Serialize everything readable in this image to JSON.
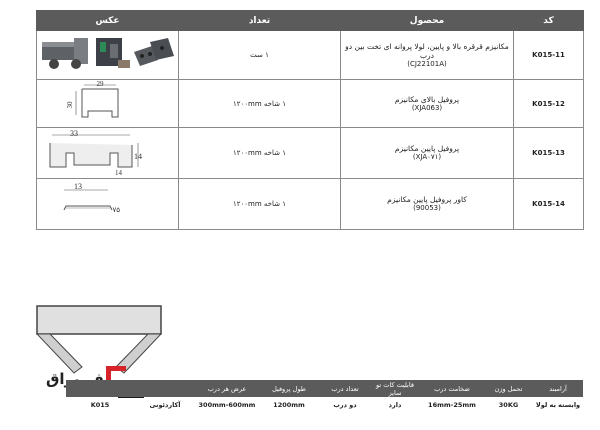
{
  "parts_table": {
    "headers": {
      "code": "کد",
      "product": "محصول",
      "qty": "تعداد",
      "image": "عکس"
    },
    "rows": [
      {
        "code": "K015-11",
        "name": "مکانیزم قرقره بالا و پایین، لولا پروانه ای تخت بین دو درب",
        "model": "(CJ22101A)",
        "qty": "۱ ست"
      },
      {
        "code": "K015-12",
        "name": "پروفیل بالای مکانیزم",
        "model": "(XJA063)",
        "qty": "۱ شاخه ۱۲۰۰mm"
      },
      {
        "code": "K015-13",
        "name": "پروفیل پایین مکانیزم",
        "model": "(XJA۰۷۱)",
        "qty": "۱ شاخه ۱۲۰۰mm"
      },
      {
        "code": "K015-14",
        "name": "کاور پروفیل پایین مکانیزم",
        "model": "(90053)",
        "qty": "۱ شاخه ۱۲۰۰mm"
      }
    ],
    "dims": {
      "r2_w": "29",
      "r2_h": "30",
      "r3_w": "33",
      "r3_h": "14",
      "r3_b": "14",
      "r4_w": "13",
      "r4_h": "۷۵"
    }
  },
  "logo": {
    "text": "فر یراق"
  },
  "spec_table": {
    "headers": [
      "آرامبند",
      "تحمل وزن",
      "ضخامت درب",
      "قابلیت کات تو سایز",
      "تعداد درب",
      "طول پروفیل",
      "عرض هر درب",
      "",
      ""
    ],
    "values": [
      "وابسته به لولا",
      "30KG",
      "16mm-25mm",
      "دارد",
      "دو درب",
      "1200mm",
      "300mm-600mm",
      "آکاردئونی",
      "K015"
    ]
  }
}
